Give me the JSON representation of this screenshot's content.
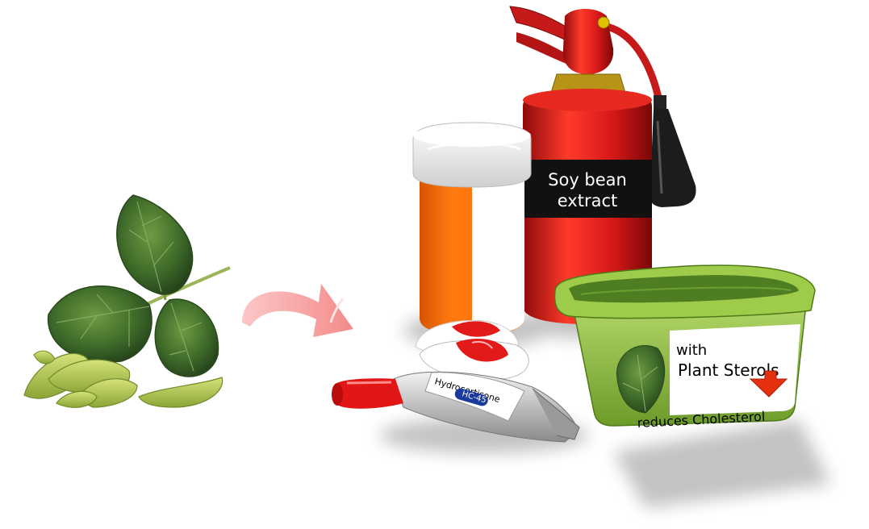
{
  "extinguisher": {
    "label_line1": "Soy bean",
    "label_line2": "extract"
  },
  "cream_tube": {
    "label": "Hydrocortisone",
    "badge": "HC-45"
  },
  "margarine": {
    "label_line1": "with",
    "label_line2": "Plant Sterols",
    "label_line3": "reduces Cholesterol"
  },
  "colors": {
    "leaf": "#3f6b2a",
    "pod": "#a9c24a",
    "arrow": "#f7a0a0",
    "extinguisher": "#d81e1e",
    "pill_bottle": "#ff6a00",
    "margarine_tub": "#8cc63f",
    "down_arrow": "#e53010"
  }
}
